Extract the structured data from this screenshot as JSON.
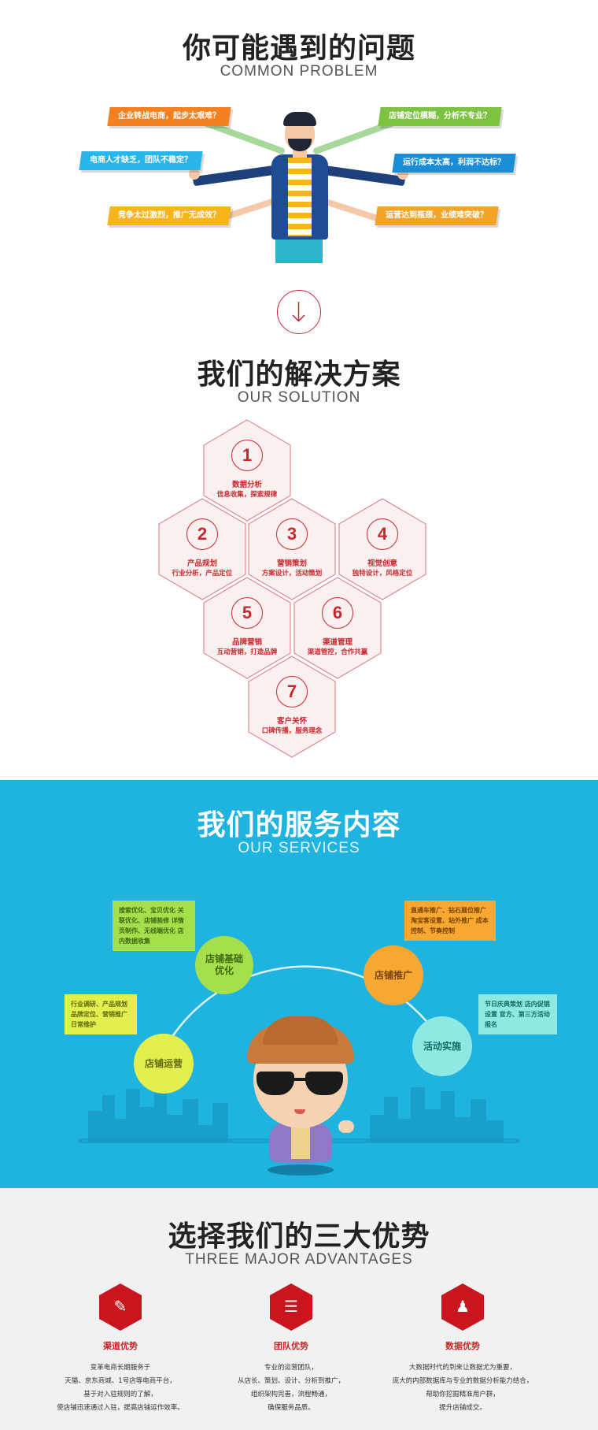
{
  "problems": {
    "title": "你可能遇到的问题",
    "subtitle": "COMMON PROBLEM",
    "items": [
      {
        "label": "企业转战电商，起步太艰难？",
        "color": "#f4801f"
      },
      {
        "label": "电商人才缺乏，团队不稳定？",
        "color": "#29b6ea"
      },
      {
        "label": "竞争太过激烈，推广无成效？",
        "color": "#f7b51b"
      },
      {
        "label": "店铺定位模糊，分析不专业？",
        "color": "#7dc241"
      },
      {
        "label": "运行成本太高，利润不达标？",
        "color": "#1a8dd8"
      },
      {
        "label": "运营达到瓶颈，业绩难突破？",
        "color": "#f1a32a"
      }
    ]
  },
  "arrow": {
    "icon": "arrow-down-icon",
    "glyph": "↓"
  },
  "solution": {
    "title": "我们的解决方案",
    "subtitle": "OUR SOLUTION",
    "steps": [
      {
        "num": "1",
        "name": "数据分析",
        "desc": "信息收集，探索规律"
      },
      {
        "num": "2",
        "name": "产品规划",
        "desc": "行业分析，产品定位"
      },
      {
        "num": "3",
        "name": "营销策划",
        "desc": "方案设计，活动策划"
      },
      {
        "num": "4",
        "name": "视觉创意",
        "desc": "独特设计，风格定位"
      },
      {
        "num": "5",
        "name": "品牌营销",
        "desc": "互动营销，打造品牌"
      },
      {
        "num": "6",
        "name": "渠道管理",
        "desc": "渠道管控，合作共赢"
      },
      {
        "num": "7",
        "name": "客户关怀",
        "desc": "口碑传播，服务理念"
      }
    ]
  },
  "services": {
    "title": "我们的服务内容",
    "subtitle": "OUR SERVICES",
    "circles": [
      {
        "label": "店铺基础优化",
        "color": "#a5e04c"
      },
      {
        "label": "店铺推广",
        "color": "#f7a832"
      },
      {
        "label": "店铺运营",
        "color": "#e3ef4e"
      },
      {
        "label": "活动实施",
        "color": "#8fe8e2"
      }
    ],
    "notes": {
      "basic": "搜索优化、宝贝优化 关联优化、店铺装修 详情页制作、无线端优化 店内数据收集",
      "promo": "直通车推广、钻石展位推广 淘宝客设置、站外推广 成本控制、节奏控制",
      "ops": "行业调研、产品规划 品牌定位、营销推广 日常维护",
      "activity": "节日庆典策划 店内促销设置 官方、第三方活动报名"
    }
  },
  "advantages": {
    "title": "选择我们的三大优势",
    "subtitle": "THREE MAJOR ADVANTAGES",
    "items": [
      {
        "icon": "edit-icon",
        "glyph": "✎",
        "title": "渠道优势",
        "lines": [
          "变革电商长期服务于",
          "天猫、京东商城、1号店等电商平台，",
          "基于对入驻规则的了解，",
          "使店铺迅速通过入驻，提高店铺运作效率。"
        ]
      },
      {
        "icon": "document-icon",
        "glyph": "☰",
        "title": "团队优势",
        "lines": [
          "专业的运营团队，",
          "从店长、策划、设计、分析到推广，",
          "组织架构完善，流程畅通，",
          "确保服务品质。"
        ]
      },
      {
        "icon": "people-icon",
        "glyph": "♟",
        "title": "数据优势",
        "lines": [
          "大数据时代的到来让数据尤为重要，",
          "庞大的内部数据库与专业的数据分析能力结合，",
          "帮助你挖掘精准用户群，",
          "提升店铺成交。"
        ]
      }
    ]
  }
}
